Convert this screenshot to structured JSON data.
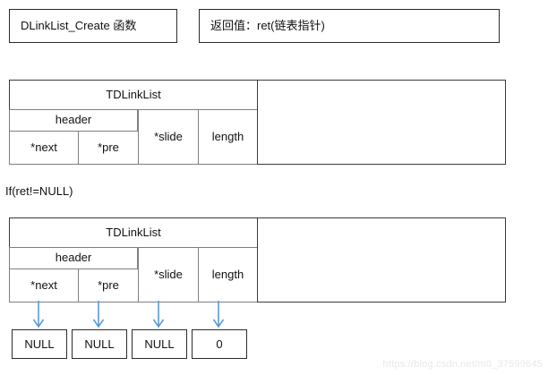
{
  "diagram": {
    "function_box": {
      "label": "DLinkList_Create 函数"
    },
    "return_box": {
      "label": "返回值：ret(链表指针)"
    },
    "condition_label": "If(ret!=NULL)",
    "struct_tables": [
      {
        "title": "TDLinkList",
        "group_label": "header",
        "fields": [
          "*next",
          "*pre",
          "*slide",
          "length"
        ],
        "empty_cell": ""
      },
      {
        "title": "TDLinkList",
        "group_label": "header",
        "fields": [
          "*next",
          "*pre",
          "*slide",
          "length"
        ],
        "empty_cell": ""
      }
    ],
    "value_boxes": [
      "NULL",
      "NULL",
      "NULL",
      "0"
    ],
    "arrow_color": "#5B9BD5",
    "border_color_outer": "#3a3a3a",
    "border_color_inner": "#7f7f7f"
  },
  "watermark": {
    "text": "https://blog.csdn.net/m0_37599645"
  }
}
